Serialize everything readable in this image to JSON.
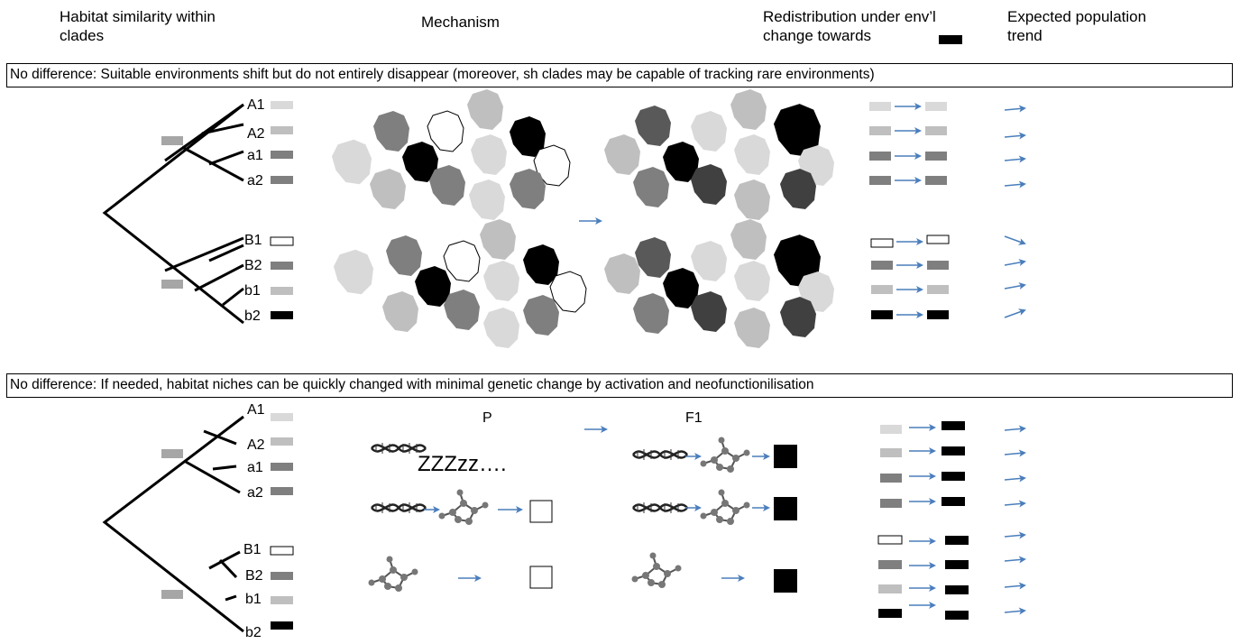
{
  "headers": {
    "habitat": "Habitat similarity within clades",
    "mechanism": "Mechanism",
    "redistribution": "Redistribution under env’l change towards",
    "expected": "Expected population trend"
  },
  "panel1": {
    "caption": "No difference:  Suitable environments shift but do not entirely disappear (moreover, sh clades may be capable of tracking rare environments)",
    "clade_a_labels": [
      "A1",
      "A2",
      "a1",
      "a2"
    ],
    "clade_b_labels": [
      "B1",
      "B2",
      "b1",
      "b2"
    ]
  },
  "panel2": {
    "caption": "No difference: If needed, habitat niches can be quickly changed with minimal genetic change by activation and neofunctionilisation",
    "clade_a_labels": [
      "A1",
      "A2",
      "a1",
      "a2"
    ],
    "clade_b_labels": [
      "B1",
      "B2",
      "b1",
      "b2"
    ],
    "p_label": "P",
    "f1_label": "F1",
    "zzz": "ZZZzz…."
  },
  "colors": {
    "light": "#d9d9d9",
    "mid": "#bfbfbf",
    "dark": "#7f7f7f",
    "darker": "#595959",
    "black": "#000000",
    "arrow": "#4a7ebb"
  }
}
